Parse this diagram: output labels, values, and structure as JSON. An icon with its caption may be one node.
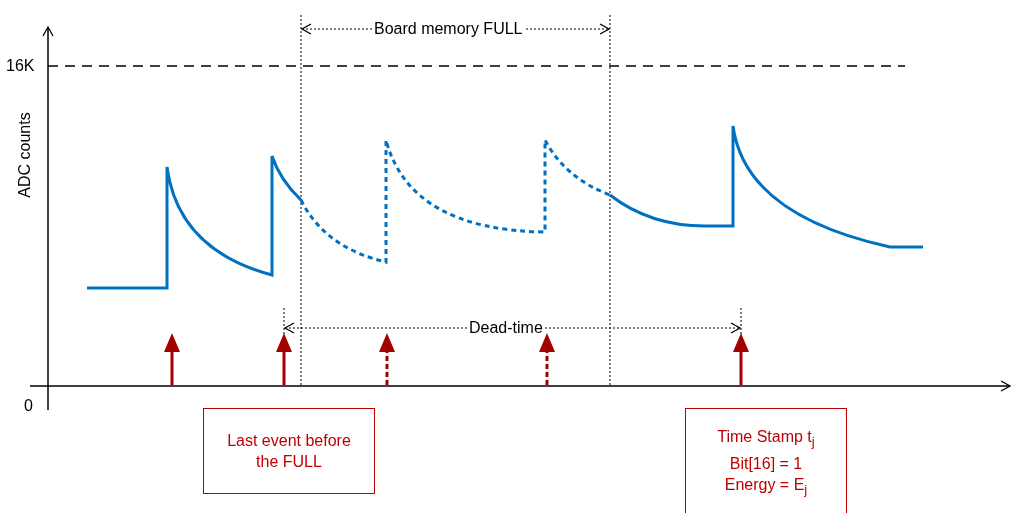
{
  "diagram": {
    "nodes": [
      {
        "text": [
          "Last event before the FULL"
        ]
      },
      {
        "text": [
          "Time Stamp t$_{j}$",
          "Bit[16] = 1",
          "Energy = E$_{j}$"
        ]
      }
    ],
    "labels": [
      "Board memory FULL",
      "16K",
      "ADC counts",
      "Dead-time",
      "0"
    ]
  }
}
